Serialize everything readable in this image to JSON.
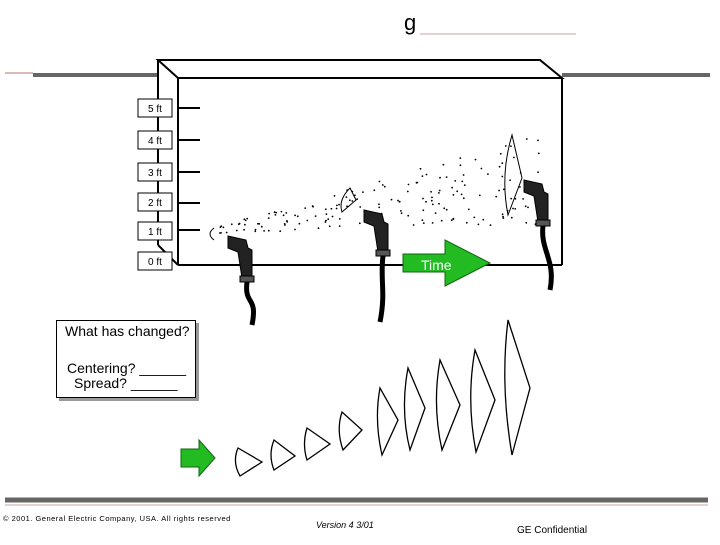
{
  "title": "g",
  "scale_labels": [
    "5 ft",
    "4 ft",
    "3 ft",
    "2 ft",
    "1 ft",
    "0 ft"
  ],
  "time_arrow_label": "Time",
  "question_box": {
    "question": "What has changed?",
    "line1": "Centering? ______",
    "line2": "Spread? ______"
  },
  "footer": {
    "copyright": "© 2001. General Electric Company, USA. All rights reserved",
    "version": "Version 4  3/01",
    "confidential": "GE Confidential"
  },
  "colors": {
    "time_arrow": "#22bb22",
    "small_arrow": "#22bb22",
    "shadow": "#9a9a9a"
  },
  "icons": [
    "hose-nozzle-icon",
    "arrow-right-icon"
  ]
}
